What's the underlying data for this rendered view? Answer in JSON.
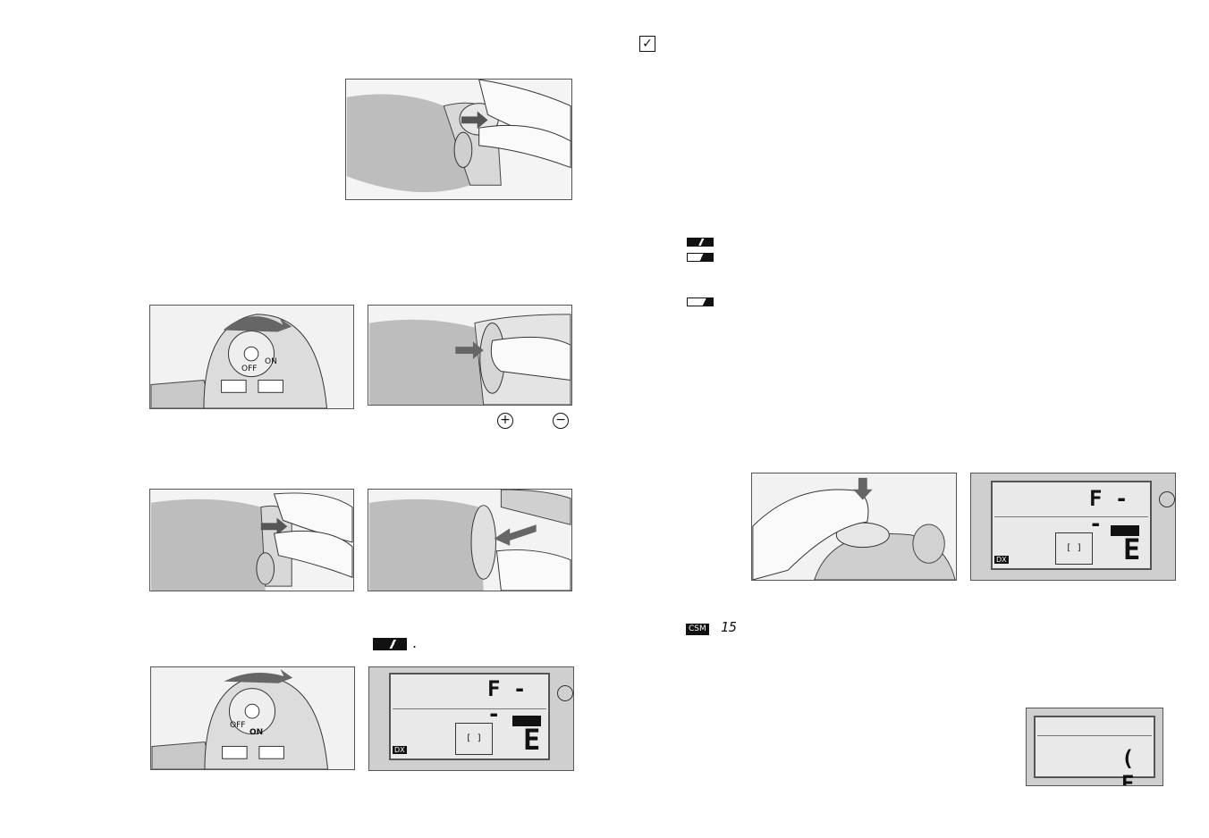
{
  "page": {
    "checkmark_icon": "check-box-icon",
    "battery_icons": [
      "battery-full-icon",
      "battery-half-icon",
      "battery-low-icon"
    ],
    "csm_badge": "CSM",
    "csm_number": "15",
    "terminal_plus": "+",
    "terminal_minus": "−",
    "inline_battery_icon": "battery-full-icon",
    "period": "."
  },
  "figures": {
    "dial_labels": {
      "off": "OFF",
      "on": "ON"
    },
    "lcd": {
      "frame_counter": "F - -",
      "exposure_char": "E",
      "dx_badge": "DX",
      "focus_area": "[ ]"
    },
    "small_lcd": {
      "exposure_char": "( E"
    }
  }
}
